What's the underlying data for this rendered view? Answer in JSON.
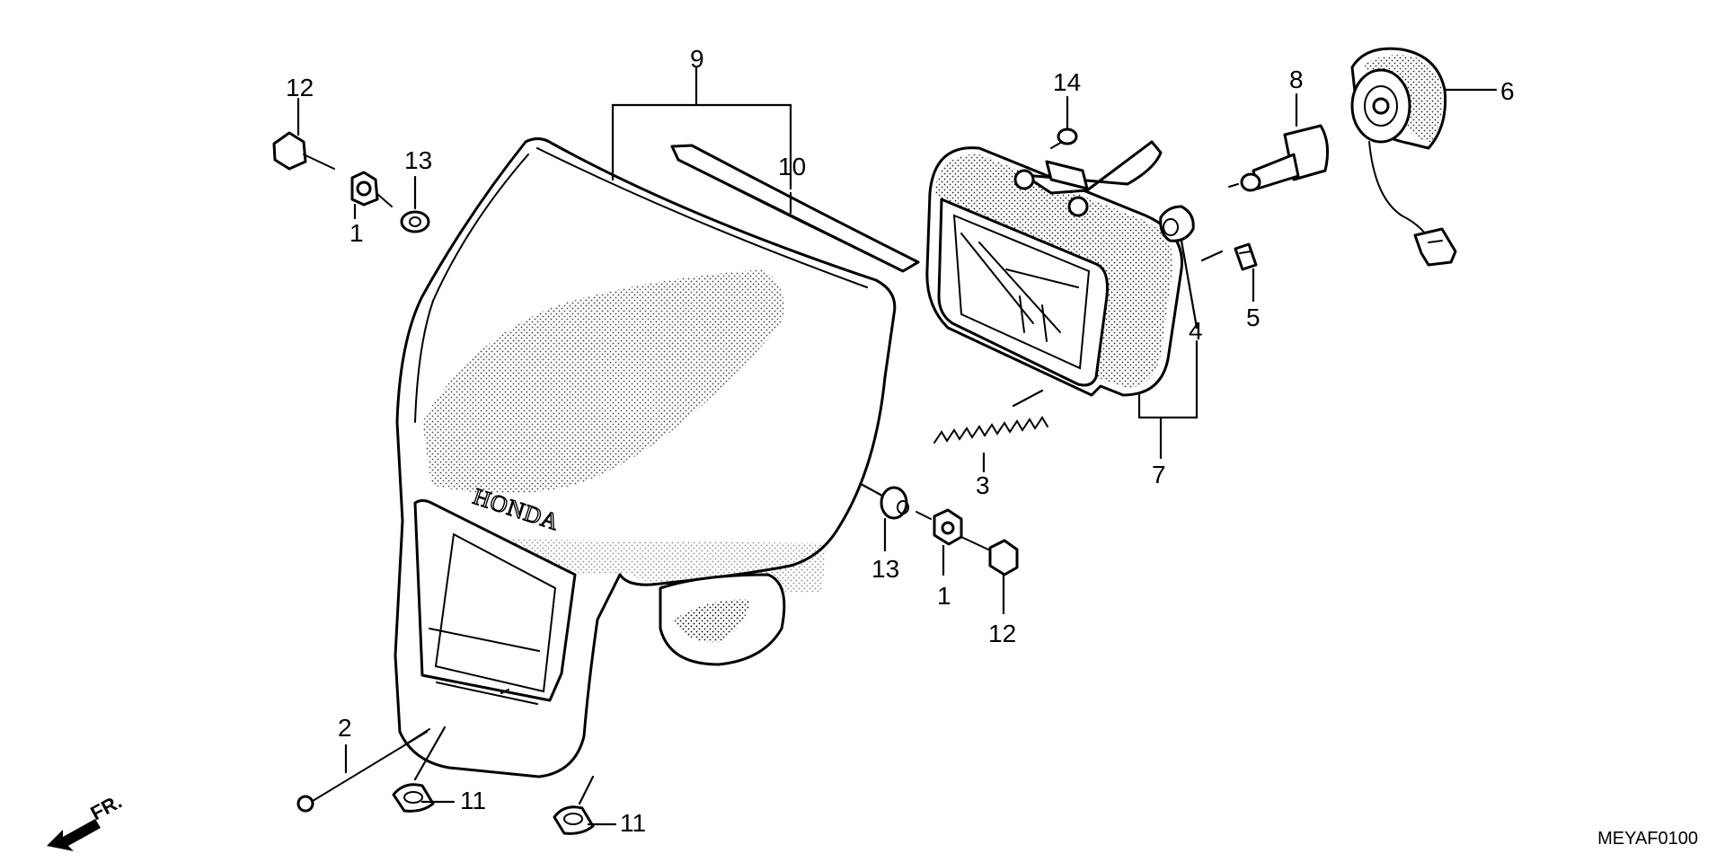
{
  "diagram_code": "MEYAF0100",
  "direction_label": "FR.",
  "emblem_text": "HONDA",
  "callouts": [
    {
      "id": "c12a",
      "text": "12"
    },
    {
      "id": "c13a",
      "text": "13"
    },
    {
      "id": "c1a",
      "text": "1"
    },
    {
      "id": "c9",
      "text": "9"
    },
    {
      "id": "c10",
      "text": "10"
    },
    {
      "id": "c14",
      "text": "14"
    },
    {
      "id": "c8",
      "text": "8"
    },
    {
      "id": "c6",
      "text": "6"
    },
    {
      "id": "c4",
      "text": "4"
    },
    {
      "id": "c5",
      "text": "5"
    },
    {
      "id": "c7",
      "text": "7"
    },
    {
      "id": "c3",
      "text": "3"
    },
    {
      "id": "c13b",
      "text": "13"
    },
    {
      "id": "c1b",
      "text": "1"
    },
    {
      "id": "c12b",
      "text": "12"
    },
    {
      "id": "c2",
      "text": "2"
    },
    {
      "id": "c11a",
      "text": "11"
    },
    {
      "id": "c11b",
      "text": "11"
    }
  ]
}
